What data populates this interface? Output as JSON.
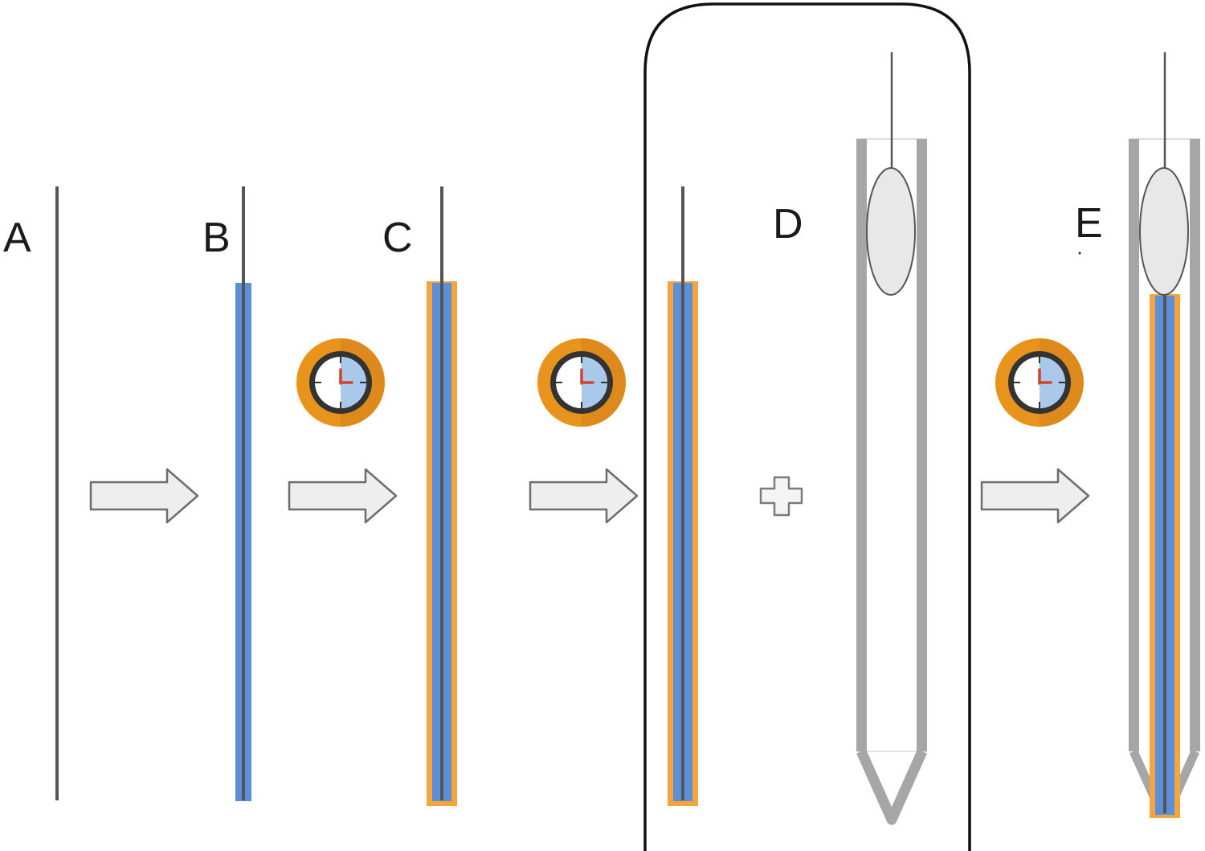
{
  "diagram": {
    "step_labels": {
      "a": "A",
      "b": "B",
      "c": "C",
      "d": "D",
      "e": "E"
    },
    "icons": {
      "arrow": "right-arrow-icon",
      "timer": "clock-icon",
      "plus": "plus-icon"
    },
    "colors": {
      "wire": "#555555",
      "first_coating": "#5b8fd9",
      "second_coating": "#f5a53b",
      "clock_ring": "#e8931c",
      "clock_face_fill": "#a9c8ea",
      "clock_hands": "#d3442a",
      "needle": "#a6a6a6",
      "bulb_fill": "#e8e8e8",
      "arrow_fill": "#eeeeee",
      "frame": "#111111"
    }
  }
}
